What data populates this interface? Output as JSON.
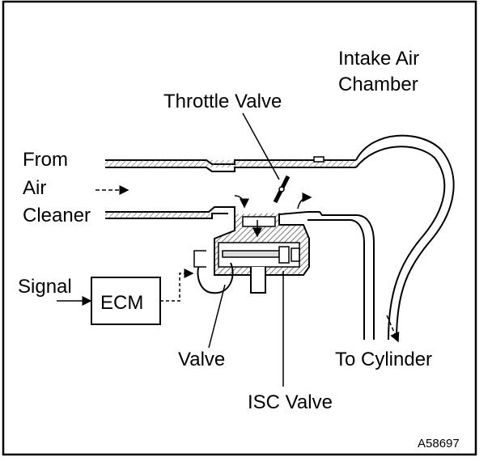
{
  "labels": {
    "intake_air_chamber_line1": "Intake Air",
    "intake_air_chamber_line2": "Chamber",
    "throttle_valve": "Throttle Valve",
    "from_line1": "From",
    "from_line2": "Air",
    "from_line3": "Cleaner",
    "signal": "Signal",
    "ecm": "ECM",
    "valve": "Valve",
    "isc_valve": "ISC Valve",
    "to_cylinder": "To Cylinder",
    "figure_code": "A58697"
  },
  "colors": {
    "ink": "#000000",
    "paper": "#ffffff",
    "hatch": "#555555"
  }
}
